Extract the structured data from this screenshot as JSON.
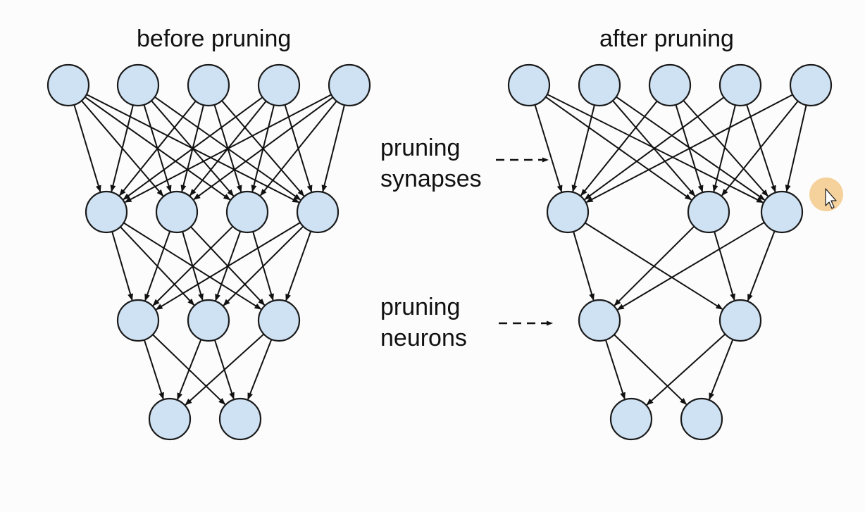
{
  "titles": {
    "before": "before pruning",
    "after": "after pruning"
  },
  "annotations": {
    "synapses": {
      "line1": "pruning",
      "line2": "synapses"
    },
    "neurons": {
      "line1": "pruning",
      "line2": "neurons"
    }
  },
  "colors": {
    "node_fill": "#cfe2f3",
    "node_stroke": "#1a1a1a",
    "edge": "#111111",
    "cursor_highlight": "#f3c98a"
  },
  "networks": {
    "before": {
      "layers": [
        5,
        4,
        3,
        2
      ],
      "connectivity": "full"
    },
    "after": {
      "layers": [
        5,
        3,
        2,
        2
      ],
      "edges_layer1": [
        [
          0,
          0
        ],
        [
          0,
          1
        ],
        [
          0,
          2
        ],
        [
          1,
          0
        ],
        [
          1,
          1
        ],
        [
          1,
          2
        ],
        [
          2,
          0
        ],
        [
          2,
          1
        ],
        [
          2,
          2
        ],
        [
          3,
          0
        ],
        [
          3,
          1
        ],
        [
          3,
          2
        ],
        [
          4,
          0
        ],
        [
          4,
          1
        ],
        [
          4,
          2
        ]
      ],
      "edges_layer2": [
        [
          0,
          0
        ],
        [
          0,
          1
        ],
        [
          1,
          0
        ],
        [
          1,
          1
        ],
        [
          2,
          0
        ],
        [
          2,
          1
        ]
      ],
      "edges_layer3": [
        [
          0,
          0
        ],
        [
          0,
          1
        ],
        [
          1,
          0
        ],
        [
          1,
          1
        ]
      ]
    }
  }
}
